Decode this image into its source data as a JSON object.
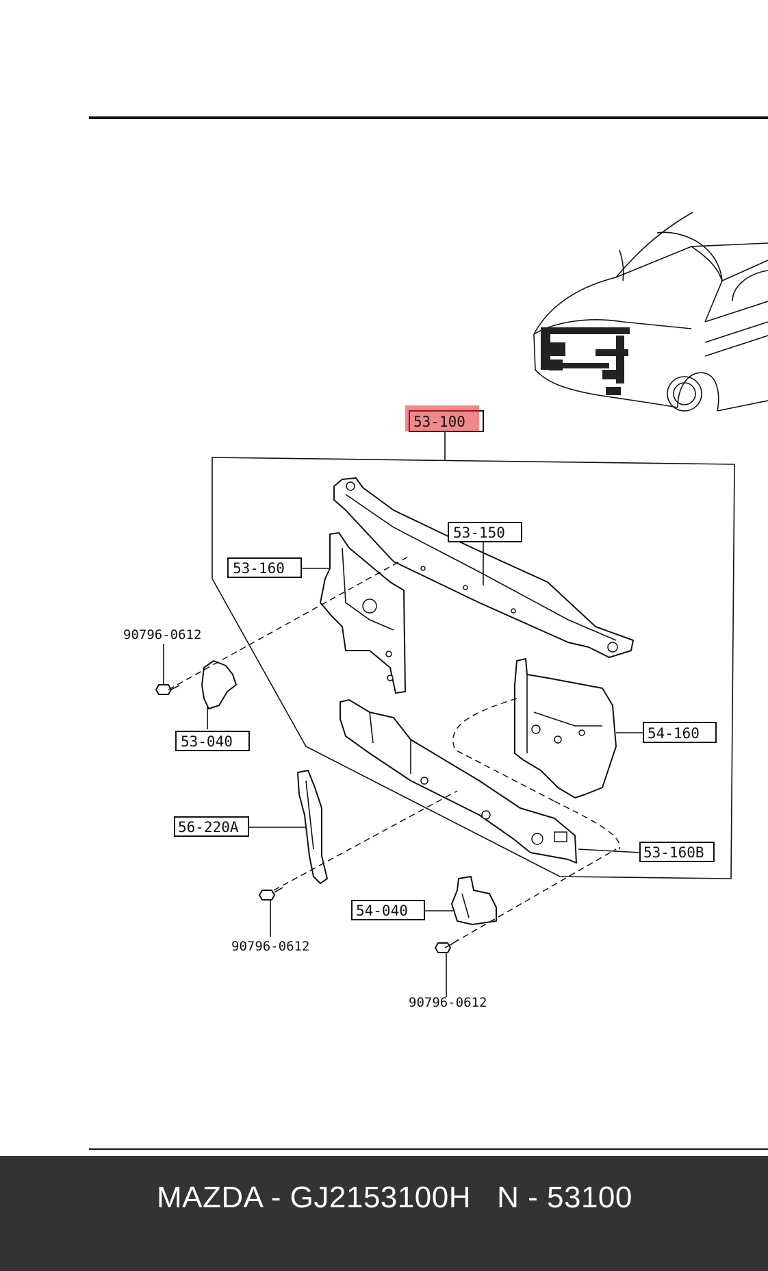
{
  "diagram": {
    "labels": {
      "assembly": "53-100",
      "upper_member": "53-150",
      "left_shroud": "53-160",
      "left_bracket": "53-040",
      "right_shroud": "54-160",
      "lower_member": "53-160B",
      "left_stay": "56-220A",
      "right_bracket": "54-040"
    },
    "bolts": {
      "bolt_left": "90796-0612",
      "bolt_mid": "90796-0612",
      "bolt_right": "90796-0612"
    },
    "highlight_color": "#e8262b"
  },
  "caption": {
    "text": "MAZDA - GJ2153100H   N - 53100"
  }
}
